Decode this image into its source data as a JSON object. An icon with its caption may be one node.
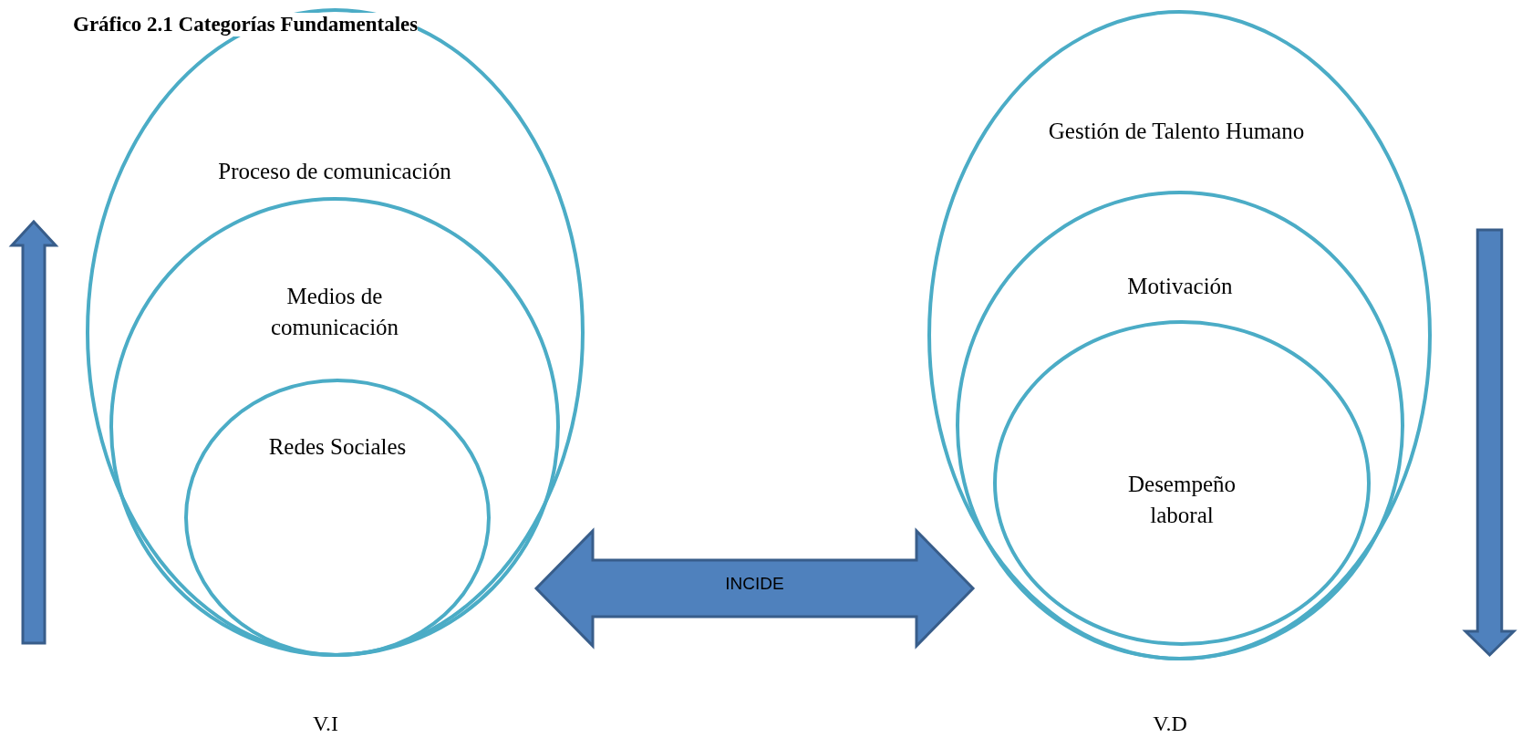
{
  "diagram": {
    "title": "Gráfico 2.1 Categorías Fundamentales",
    "nodes": [
      {
        "text": [
          "Proceso de comunicación"
        ]
      },
      {
        "text": [
          "Medios de comunicación"
        ],
        "in": 0
      },
      {
        "text": [
          "Redes Sociales"
        ],
        "in": 1
      },
      {
        "text": [
          "Gestión de Talento Humano"
        ]
      },
      {
        "text": [
          "Motivación"
        ],
        "in": 3
      },
      {
        "text": [
          "Desempeño laboral"
        ],
        "in": 4
      }
    ],
    "edges": [
      {
        "from": 0,
        "to": 3,
        "arrow": "both",
        "label": "INCIDE"
      }
    ],
    "labels": [
      "V.I",
      "V.D"
    ]
  }
}
